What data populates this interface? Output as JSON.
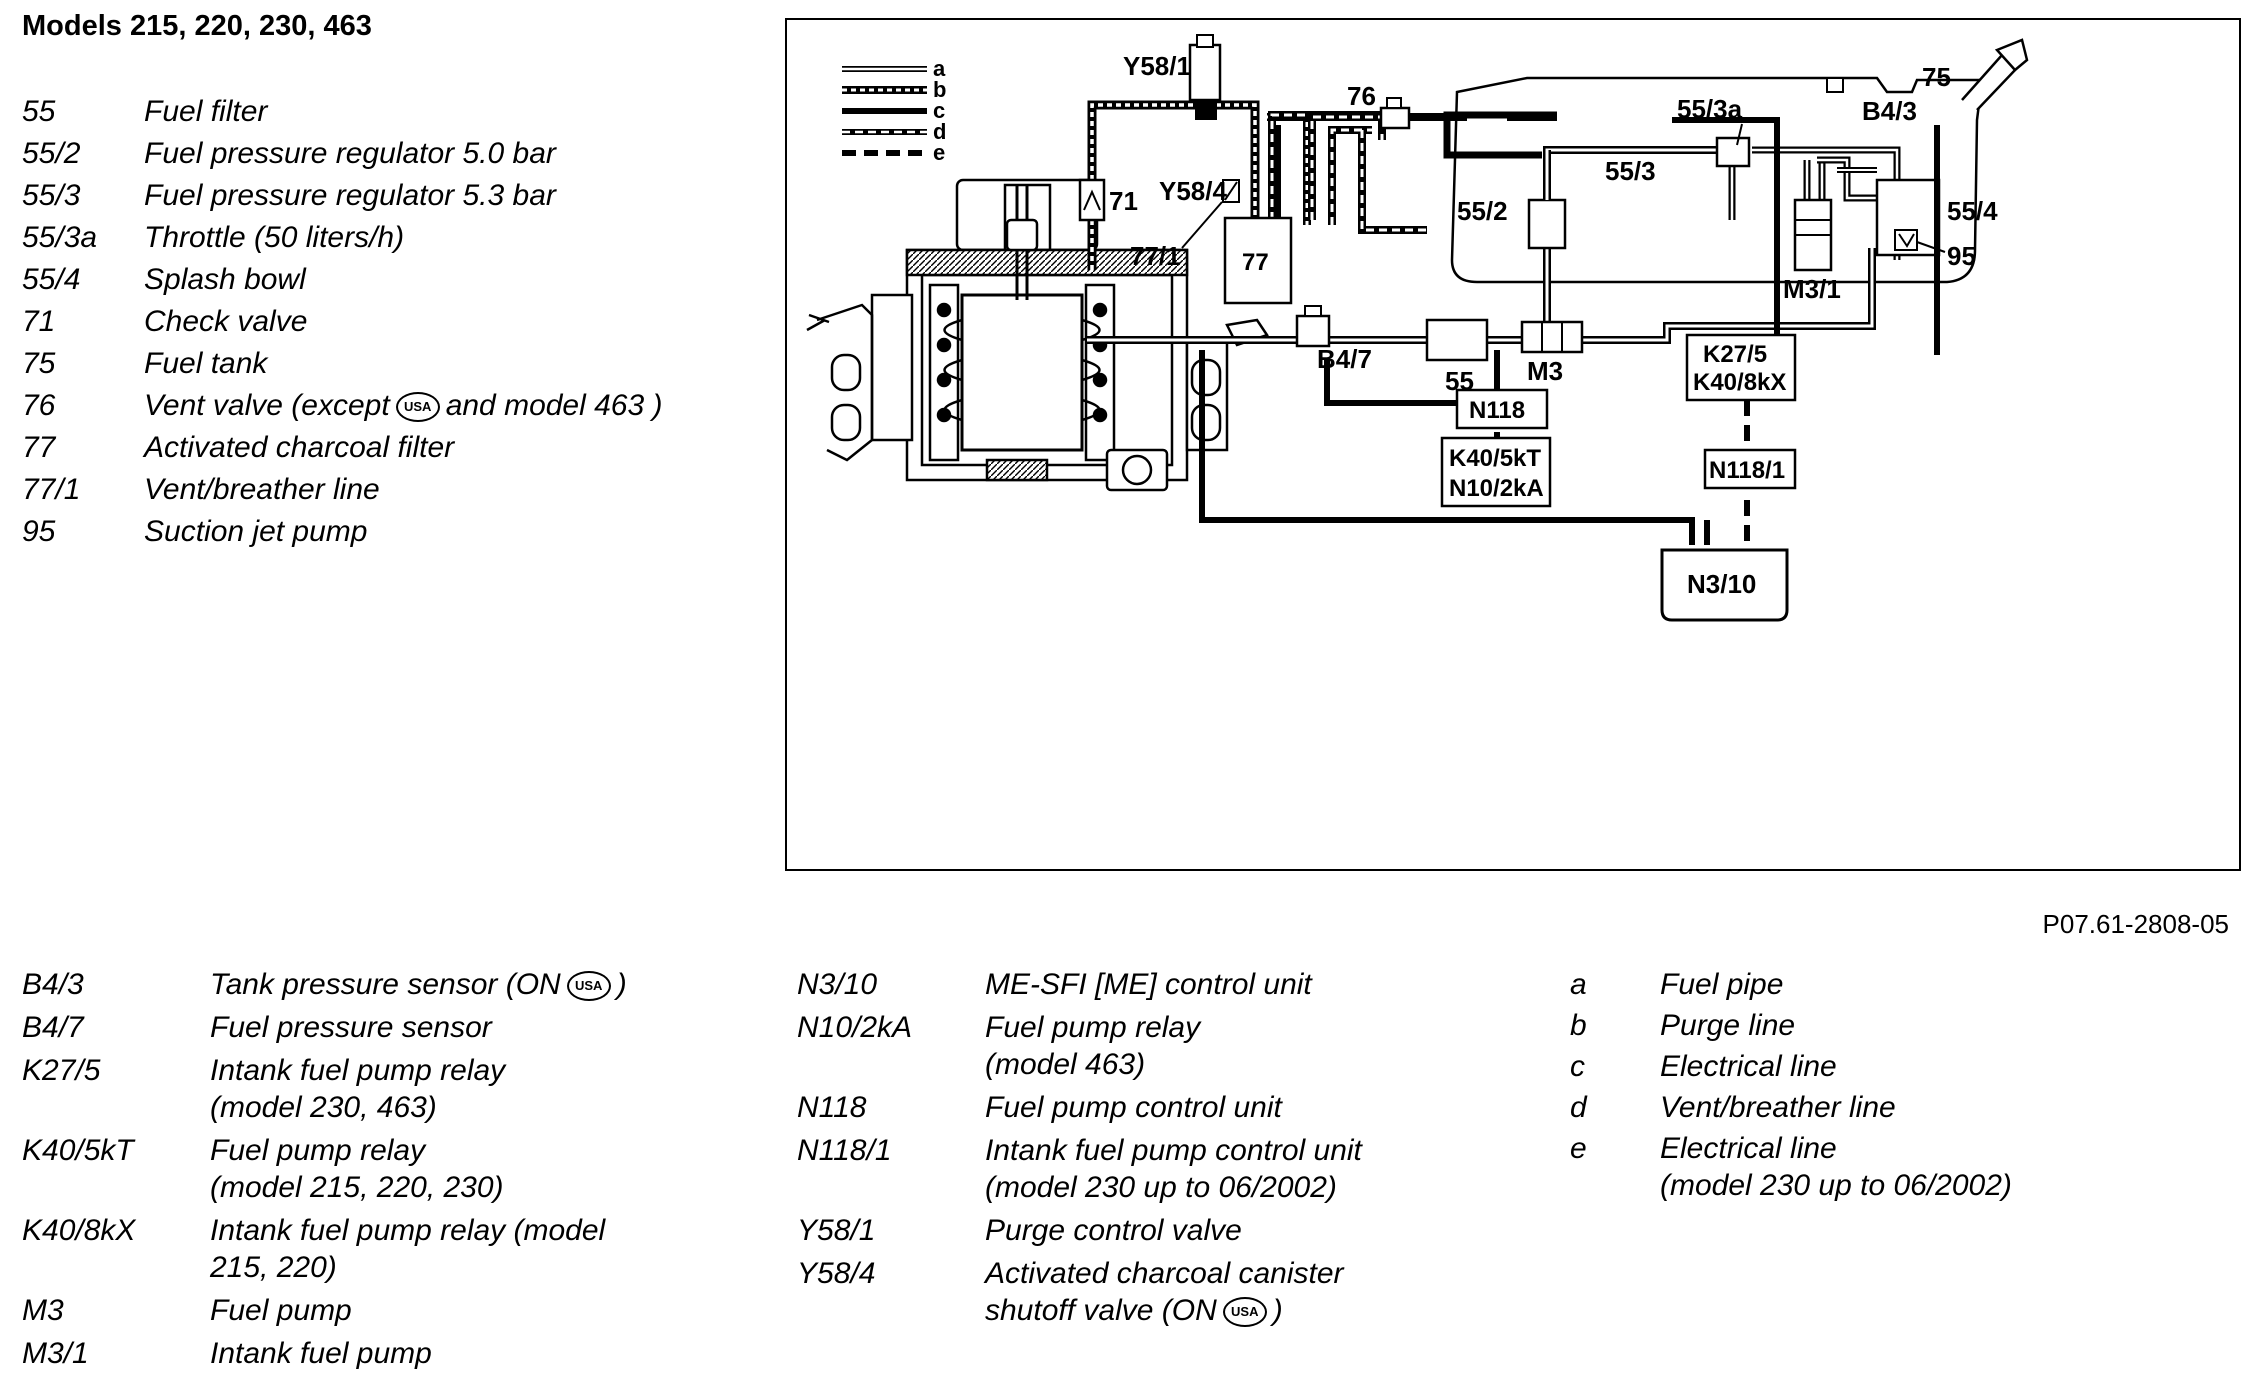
{
  "title": "Models 215, 220, 230, 463",
  "top_legend": [
    {
      "code": "55",
      "desc": "Fuel filter"
    },
    {
      "code": "55/2",
      "desc": "Fuel pressure regulator 5.0 bar"
    },
    {
      "code": "55/3",
      "desc": "Fuel pressure regulator 5.3 bar"
    },
    {
      "code": "55/3a",
      "desc": "Throttle (50 liters/h)"
    },
    {
      "code": "55/4",
      "desc": "Splash bowl"
    },
    {
      "code": "71",
      "desc": "Check valve"
    },
    {
      "code": "75",
      "desc": "Fuel tank"
    },
    {
      "code": "76",
      "desc": "Vent valve (except",
      "badge": "USA",
      "desc_after": "and model 463 )"
    },
    {
      "code": "77",
      "desc": "Activated charcoal filter"
    },
    {
      "code": "77/1",
      "desc": "Vent/breather line"
    },
    {
      "code": "95",
      "desc": "Suction jet pump"
    }
  ],
  "bottom_legend_1": [
    {
      "code": "B4/3",
      "desc": "Tank pressure sensor (ON",
      "badge": "USA",
      "desc_after": ")"
    },
    {
      "code": "B4/7",
      "desc": "Fuel pressure sensor"
    },
    {
      "code": "K27/5",
      "desc": "Intank fuel pump relay",
      "desc2": "(model 230, 463)"
    },
    {
      "code": "K40/5kT",
      "desc": "Fuel pump relay",
      "desc2": "(model 215, 220, 230)"
    },
    {
      "code": "K40/8kX",
      "desc": "Intank fuel pump relay (model",
      "desc2": "215, 220)"
    },
    {
      "code": "M3",
      "desc": "Fuel pump"
    },
    {
      "code": "M3/1",
      "desc": "Intank fuel pump"
    }
  ],
  "bottom_legend_2": [
    {
      "code": "N3/10",
      "desc": "ME-SFI [ME] control unit"
    },
    {
      "code": "N10/2kA",
      "desc": "Fuel pump relay",
      "desc2": "(model 463)"
    },
    {
      "code": "N118",
      "desc": "Fuel pump control unit"
    },
    {
      "code": "N118/1",
      "desc": "Intank fuel pump control unit",
      "desc2": "(model 230 up to 06/2002)"
    },
    {
      "code": "Y58/1",
      "desc": "Purge control valve"
    },
    {
      "code": "Y58/4",
      "desc": "Activated charcoal canister",
      "desc2": "shutoff valve (ON",
      "badge2": "USA",
      "desc2_after": ")"
    }
  ],
  "bottom_legend_3": [
    {
      "code": "a",
      "desc": "Fuel pipe"
    },
    {
      "code": "b",
      "desc": "Purge line"
    },
    {
      "code": "c",
      "desc": "Electrical line"
    },
    {
      "code": "d",
      "desc": "Vent/breather line"
    },
    {
      "code": "e",
      "desc": "Electrical line",
      "desc2": "(model 230 up to 06/2002)"
    }
  ],
  "figure_id": "P07.61-2808-05",
  "diagram_labels": {
    "line_a": "a",
    "line_b": "b",
    "line_c": "c",
    "line_d": "d",
    "line_e": "e",
    "y58_1": "Y58/1",
    "y58_4": "Y58/4",
    "c71": "71",
    "c77_1": "77/1",
    "c77": "77",
    "c76": "76",
    "c55_2": "55/2",
    "c55_3a": "55/3a",
    "c55_3": "55/3",
    "b4_3": "B4/3",
    "c75": "75",
    "c55_4": "55/4",
    "c95": "95",
    "m3_1": "M3/1",
    "b4_7": "B4/7",
    "c55": "55",
    "m3": "M3",
    "n118": "N118",
    "k40_5kt": "K40/5kT",
    "n10_2ka": "N10/2kA",
    "k27_5": "K27/5",
    "k40_8kx": "K40/8kX",
    "n118_1": "N118/1",
    "n3_10": "N3/10"
  }
}
